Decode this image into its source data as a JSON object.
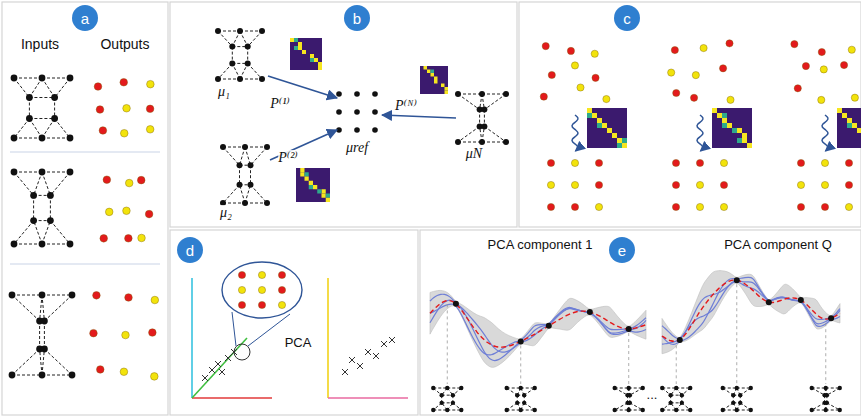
{
  "diagram": {
    "nodes": [
      {
        "text": [
          "a"
        ]
      },
      {
        "text": [
          "b"
        ]
      },
      {
        "text": [
          "c"
        ]
      },
      {
        "text": [
          "d"
        ]
      },
      {
        "text": [
          "e"
        ]
      }
    ],
    "labels": [
      "Inputs",
      "Outputs",
      "μ₁",
      "P⁽¹⁾",
      "μref",
      "P⁽ᴺ⁾",
      "P⁽²⁾",
      "μ₂",
      "μN",
      "PCA",
      "PCA component 1",
      "...",
      "PCA component Q"
    ]
  }
}
